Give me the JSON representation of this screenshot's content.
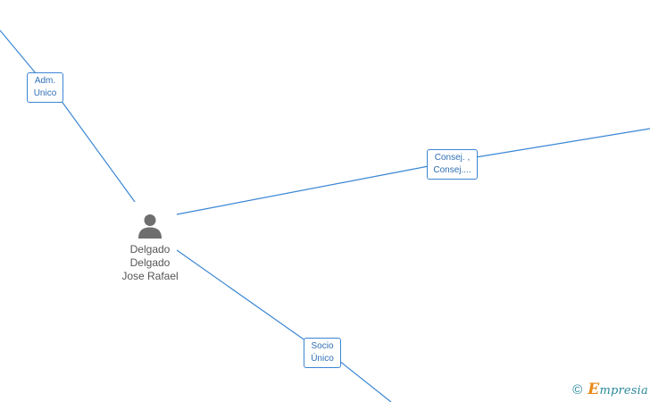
{
  "person": {
    "icon": "person-icon",
    "name_lines": [
      "Delgado",
      "Delgado",
      "Jose Rafael"
    ]
  },
  "roles": [
    {
      "id": "adm",
      "lines": [
        "Adm.",
        "Unico"
      ]
    },
    {
      "id": "consej",
      "lines": [
        "Consej. ,",
        "Consej...."
      ]
    },
    {
      "id": "socio",
      "lines": [
        "Socio",
        "Único"
      ]
    }
  ],
  "watermark": {
    "symbol": "©",
    "brand_first": "E",
    "brand_rest": "mpresia"
  },
  "colors": {
    "edge": "#3a86d4",
    "role_text": "#2f6fb5",
    "node_text": "#555555",
    "brand": "#2a8a9a",
    "brand_accent": "#e8891a"
  }
}
